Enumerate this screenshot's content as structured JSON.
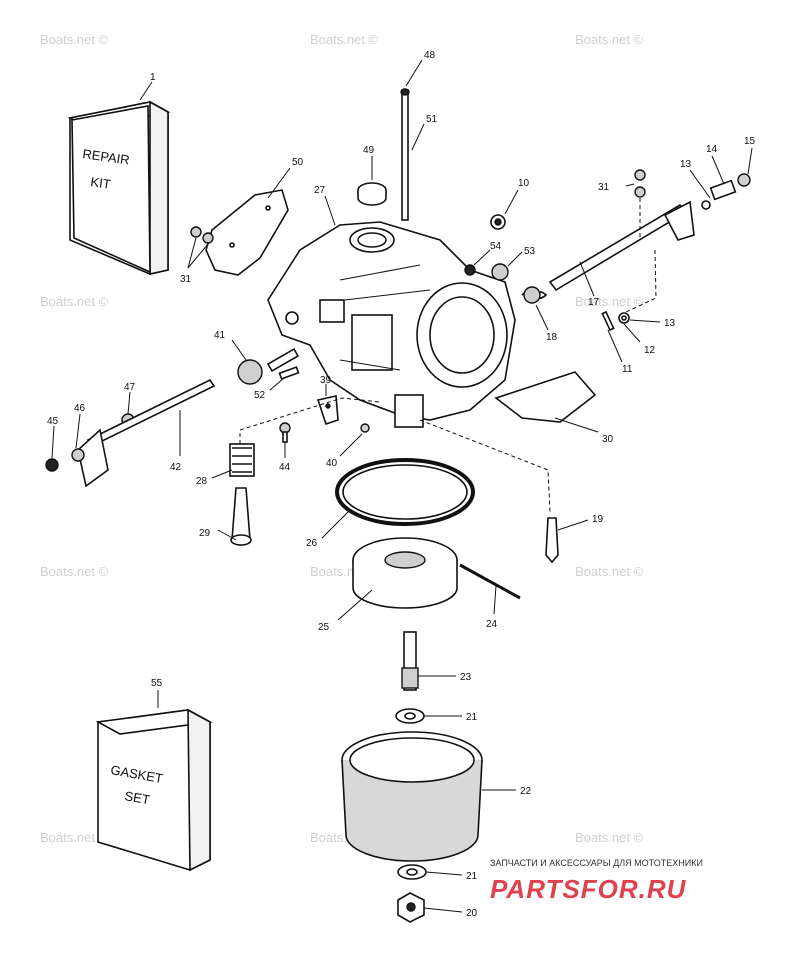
{
  "watermark": "Boats.net ©",
  "kits": {
    "repair_kit": {
      "number": "1",
      "line1": "REPAIR",
      "line2": "KIT"
    },
    "gasket_set": {
      "number": "55",
      "line1": "GASKET",
      "line2": "SET"
    }
  },
  "parts": [
    {
      "id": "p48",
      "number": "48"
    },
    {
      "id": "p51",
      "number": "51"
    },
    {
      "id": "p50",
      "number": "50"
    },
    {
      "id": "p49",
      "number": "49"
    },
    {
      "id": "p27",
      "number": "27"
    },
    {
      "id": "p10",
      "number": "10"
    },
    {
      "id": "p31a",
      "number": "31"
    },
    {
      "id": "p31b",
      "number": "31"
    },
    {
      "id": "p13a",
      "number": "13"
    },
    {
      "id": "p14",
      "number": "14"
    },
    {
      "id": "p15",
      "number": "15"
    },
    {
      "id": "p54",
      "number": "54"
    },
    {
      "id": "p53",
      "number": "53"
    },
    {
      "id": "p17",
      "number": "17"
    },
    {
      "id": "p13b",
      "number": "13"
    },
    {
      "id": "p18",
      "number": "18"
    },
    {
      "id": "p12",
      "number": "12"
    },
    {
      "id": "p11",
      "number": "11"
    },
    {
      "id": "p41",
      "number": "41"
    },
    {
      "id": "p52",
      "number": "52"
    },
    {
      "id": "p39",
      "number": "39"
    },
    {
      "id": "p47",
      "number": "47"
    },
    {
      "id": "p46",
      "number": "46"
    },
    {
      "id": "p45",
      "number": "45"
    },
    {
      "id": "p42",
      "number": "42"
    },
    {
      "id": "p28",
      "number": "28"
    },
    {
      "id": "p44",
      "number": "44"
    },
    {
      "id": "p40",
      "number": "40"
    },
    {
      "id": "p30",
      "number": "30"
    },
    {
      "id": "p29",
      "number": "29"
    },
    {
      "id": "p26",
      "number": "26"
    },
    {
      "id": "p19",
      "number": "19"
    },
    {
      "id": "p24",
      "number": "24"
    },
    {
      "id": "p25",
      "number": "25"
    },
    {
      "id": "p23",
      "number": "23"
    },
    {
      "id": "p21a",
      "number": "21"
    },
    {
      "id": "p22",
      "number": "22"
    },
    {
      "id": "p21b",
      "number": "21"
    },
    {
      "id": "p20",
      "number": "20"
    }
  ],
  "branding": {
    "tagline": "ЗАПЧАСТИ И АКСЕССУАРЫ ДЛЯ МОТОТЕХНИКИ",
    "logo": "PARTSFOR.RU"
  }
}
